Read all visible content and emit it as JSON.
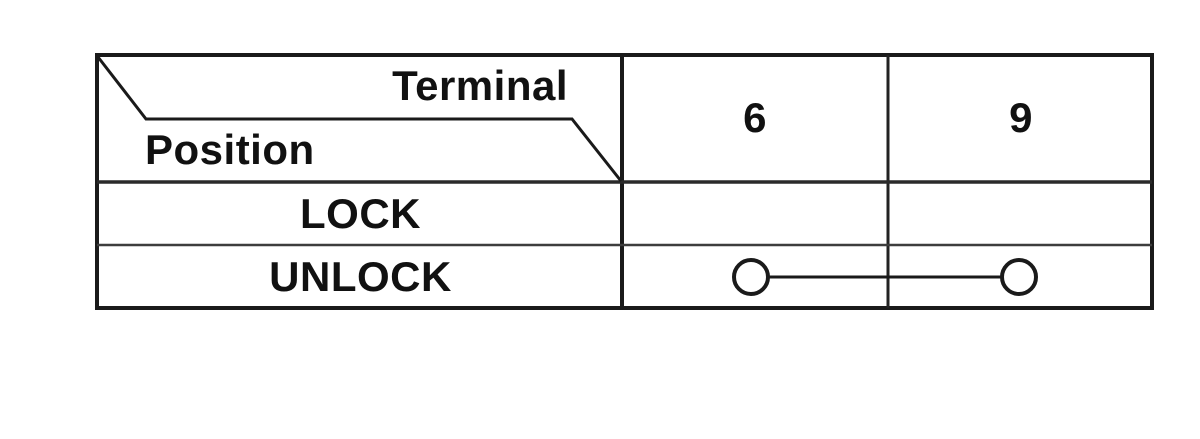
{
  "diagram": {
    "type": "terminal-continuity-table",
    "header": {
      "terminal_label": "Terminal",
      "position_label": "Position"
    },
    "terminals": [
      "6",
      "9"
    ],
    "rows": [
      {
        "position": "LOCK",
        "connected_terminals": []
      },
      {
        "position": "UNLOCK",
        "connected_terminals": [
          "6",
          "9"
        ]
      }
    ],
    "colors": {
      "line": "#1a1a1a",
      "light_line": "#3d3d3d",
      "background": "#ffffff"
    }
  }
}
